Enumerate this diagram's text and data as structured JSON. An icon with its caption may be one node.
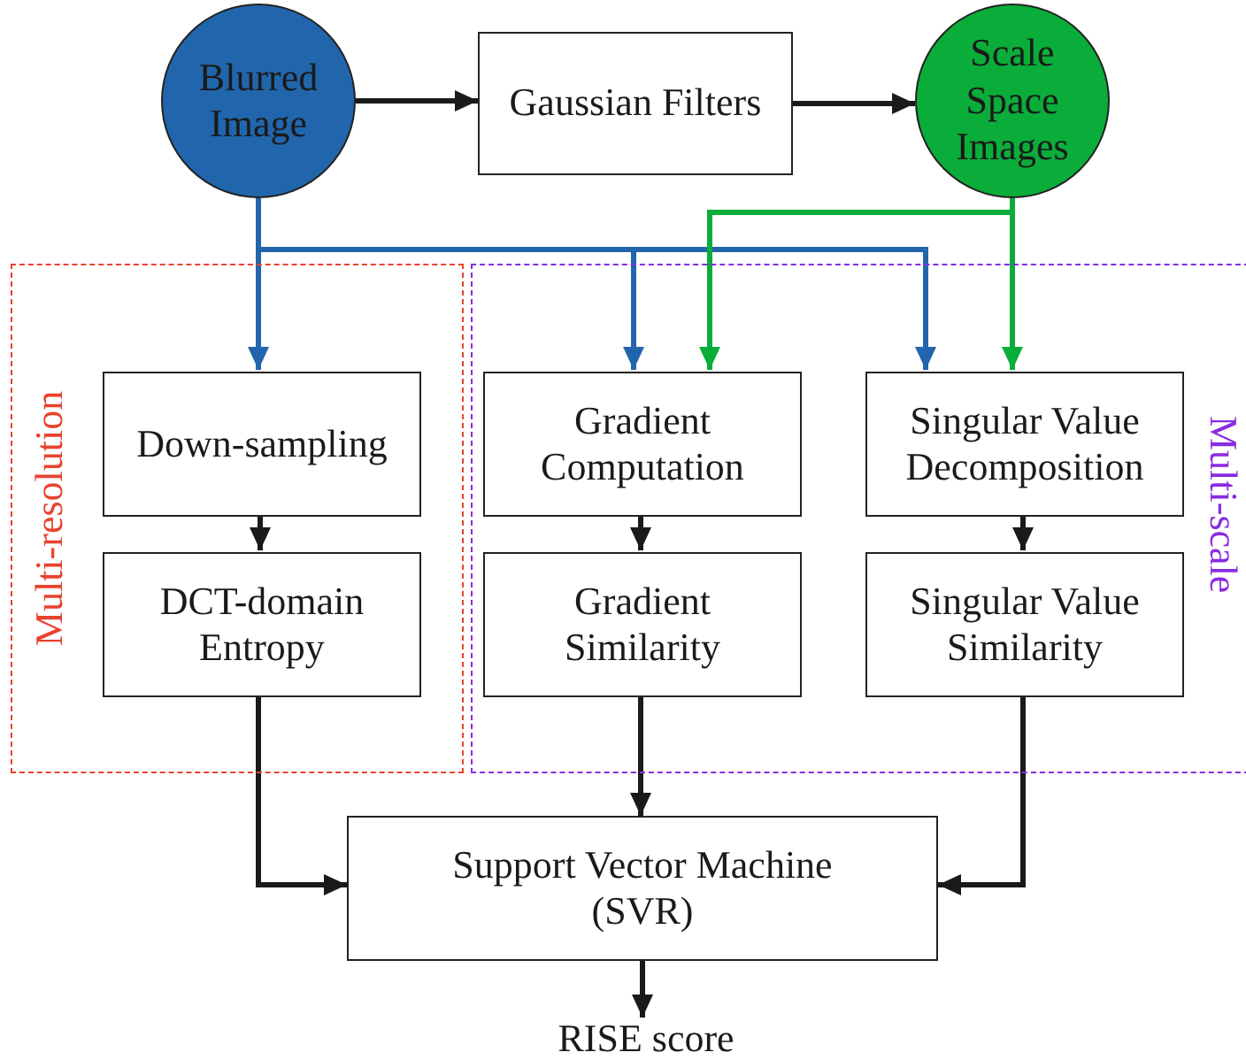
{
  "diagram": {
    "nodes": [
      {
        "text": [
          "Blurred Image"
        ]
      },
      {
        "text": [
          "Gaussian Filters"
        ]
      },
      {
        "text": [
          "Scale Space Images"
        ]
      },
      {
        "text": [
          "Multi-resolution"
        ]
      },
      {
        "text": [
          "Multi-scale"
        ]
      },
      {
        "text": [
          "Down-sampling"
        ],
        "in": 3
      },
      {
        "text": [
          "DCT-domain Entropy"
        ],
        "in": 3
      },
      {
        "text": [
          "Gradient Computation"
        ],
        "in": 4
      },
      {
        "text": [
          "Gradient Similarity"
        ],
        "in": 4
      },
      {
        "text": [
          "Singular Value Decomposition"
        ],
        "in": 4
      },
      {
        "text": [
          "Singular Value Similarity"
        ],
        "in": 4
      },
      {
        "text": [
          "Support Vector Machine (SVR)"
        ]
      },
      {
        "text": [
          "RISE score"
        ]
      }
    ],
    "edges": [
      {
        "from": 0,
        "to": 1,
        "arrow": "to"
      },
      {
        "from": 1,
        "to": 2,
        "arrow": "to"
      },
      {
        "from": 0,
        "to": 5,
        "arrow": "to",
        "color": "#2166ac"
      },
      {
        "from": 0,
        "to": 7,
        "arrow": "to",
        "color": "#2166ac"
      },
      {
        "from": 0,
        "to": 9,
        "arrow": "to",
        "color": "#2166ac"
      },
      {
        "from": 2,
        "to": 7,
        "arrow": "to",
        "color": "#0aad3a"
      },
      {
        "from": 2,
        "to": 9,
        "arrow": "to",
        "color": "#0aad3a"
      },
      {
        "from": 5,
        "to": 6,
        "arrow": "to"
      },
      {
        "from": 7,
        "to": 8,
        "arrow": "to"
      },
      {
        "from": 9,
        "to": 10,
        "arrow": "to"
      },
      {
        "from": 6,
        "to": 11,
        "arrow": "to"
      },
      {
        "from": 8,
        "to": 11,
        "arrow": "to"
      },
      {
        "from": 10,
        "to": 11,
        "arrow": "to"
      },
      {
        "from": 11,
        "to": 12,
        "arrow": "to"
      }
    ]
  }
}
